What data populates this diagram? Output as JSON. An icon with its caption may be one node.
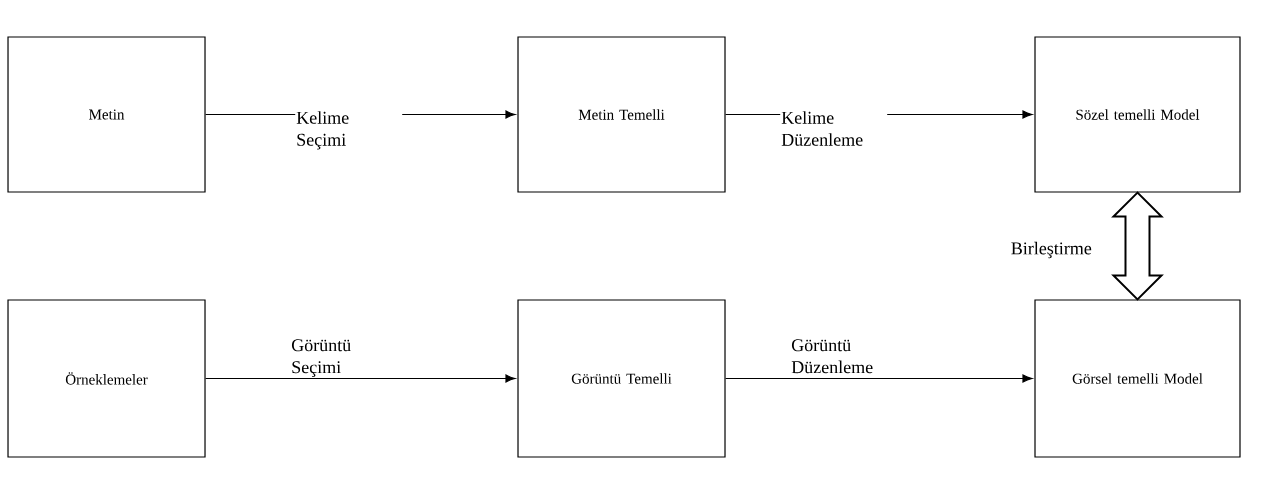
{
  "diagram": {
    "nodes": [
      {
        "text": [
          "Metin"
        ]
      },
      {
        "text": [
          "Metin Temelli"
        ]
      },
      {
        "text": [
          "Sözel temelli Model"
        ]
      },
      {
        "text": [
          "Örneklemeler"
        ]
      },
      {
        "text": [
          "Görüntü Temelli"
        ]
      },
      {
        "text": [
          "Görsel temelli Model"
        ]
      }
    ],
    "edges": [
      {
        "from": 0,
        "to": 1,
        "arrow": "to",
        "label": "Kelime Seçimi"
      },
      {
        "from": 1,
        "to": 2,
        "arrow": "to",
        "label": "Kelime Düzenleme"
      },
      {
        "from": 3,
        "to": 4,
        "arrow": "to",
        "label": "Görüntü Seçimi"
      },
      {
        "from": 4,
        "to": 5,
        "arrow": "to",
        "label": "Görüntü Düzenleme"
      },
      {
        "from": 2,
        "to": 5,
        "arrow": "both",
        "label": "Birleştirme",
        "style": "thick"
      }
    ]
  }
}
